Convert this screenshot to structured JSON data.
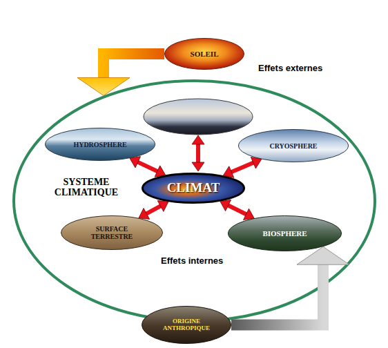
{
  "diagram": {
    "nodes": [
      {
        "text": [
          "SOLEIL"
        ]
      },
      {
        "text": [
          "SYSTEME CLIMATIQUE"
        ]
      },
      {
        "text": [
          "HYDROSPHERE"
        ],
        "in": 1
      },
      {
        "text": [
          "CRYOSPHERE"
        ],
        "in": 1
      },
      {
        "text": [
          "CLIMAT"
        ],
        "in": 1
      },
      {
        "text": [
          "SURFACE TERRESTRE"
        ],
        "in": 1
      },
      {
        "text": [
          "BIOSPHERE"
        ],
        "in": 1
      },
      {
        "text": [
          "ORIGINE ANTHROPIQUE"
        ]
      }
    ],
    "edges": [
      {
        "from": 0,
        "to": 1,
        "arrow": "to"
      },
      {
        "from": 2,
        "to": 4,
        "arrow": "both"
      },
      {
        "from": 3,
        "to": 4,
        "arrow": "both"
      },
      {
        "from": 5,
        "to": 4,
        "arrow": "both"
      },
      {
        "from": 6,
        "to": 4,
        "arrow": "both"
      },
      {
        "from": 7,
        "to": 6,
        "arrow": "to"
      }
    ],
    "labels": [
      "Effets externes",
      "Effets internes"
    ]
  }
}
